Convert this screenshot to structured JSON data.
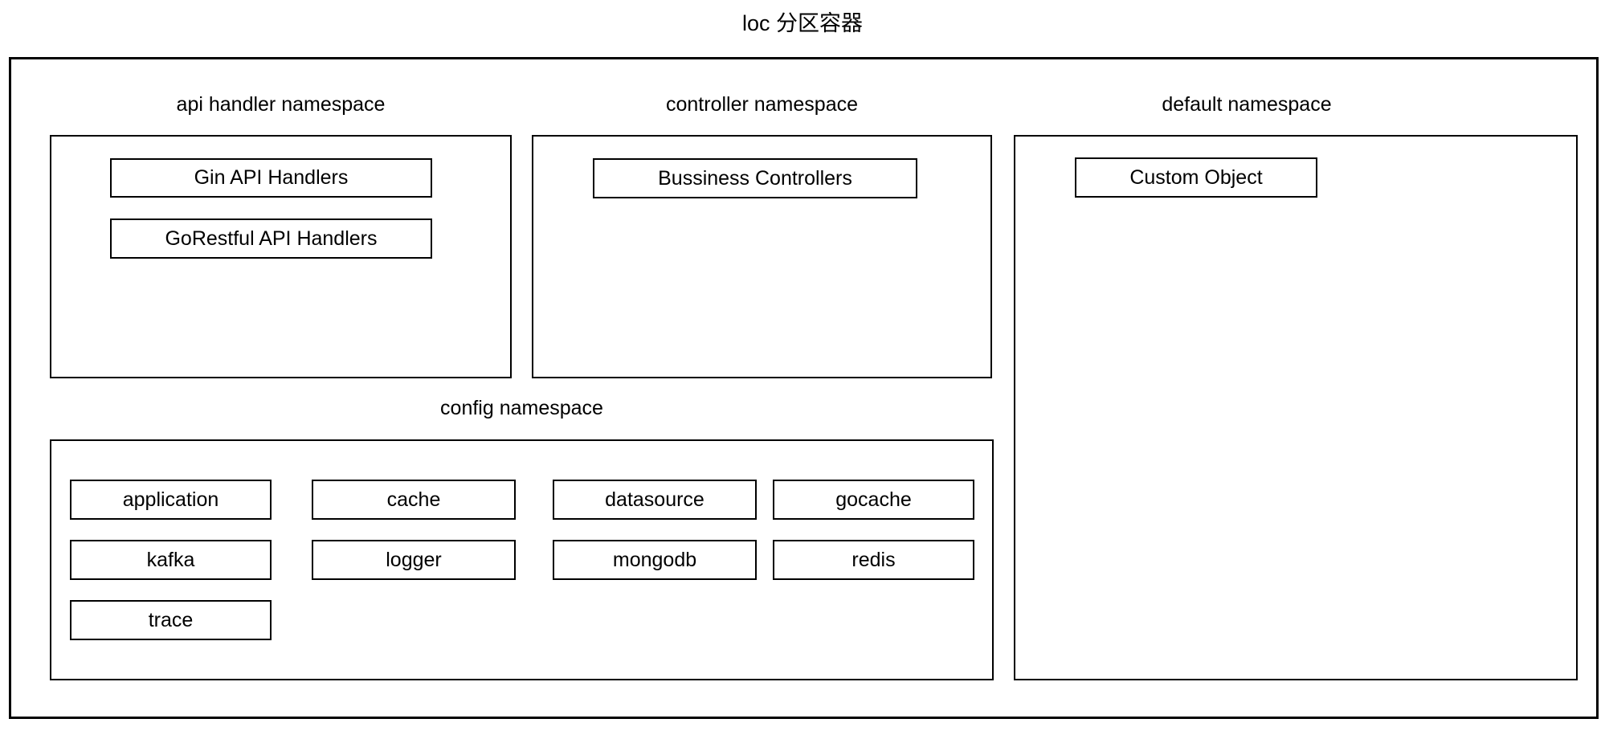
{
  "diagram": {
    "title": "loc 分区容器",
    "namespaces": [
      {
        "label": "api handler namespace",
        "items": [
          "Gin API Handlers",
          "GoRestful API Handlers"
        ]
      },
      {
        "label": "controller namespace",
        "items": [
          "Bussiness Controllers"
        ]
      },
      {
        "label": "default namespace",
        "items": [
          "Custom Object"
        ]
      },
      {
        "label": "config namespace",
        "items": [
          "application",
          "cache",
          "datasource",
          "gocache",
          "kafka",
          "logger",
          "mongodb",
          "redis",
          "trace"
        ]
      }
    ],
    "colors": {
      "border": "#000000",
      "background": "#ffffff",
      "text": "#000000"
    }
  }
}
